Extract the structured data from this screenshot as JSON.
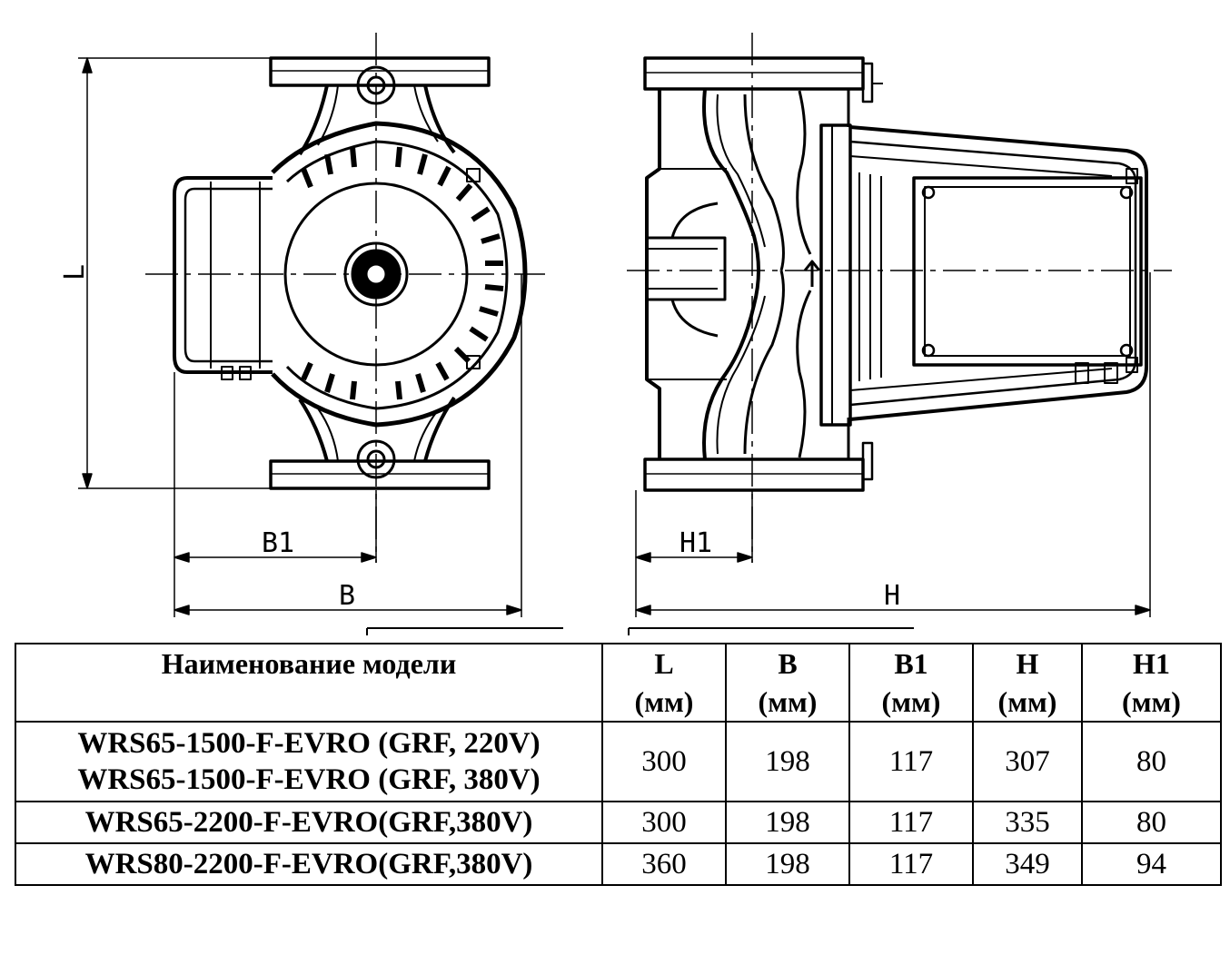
{
  "drawing": {
    "dimension_labels": {
      "L": "L",
      "B1": "B1",
      "B": "B",
      "H1": "H1",
      "H": "H"
    }
  },
  "table": {
    "headers": {
      "model": "Наименование модели",
      "L": "L",
      "B": "B",
      "B1": "B1",
      "H": "H",
      "H1": "H1",
      "unit": "(мм)"
    },
    "rows": [
      {
        "model_lines": [
          "WRS65-1500-F-EVRO (GRF, 220V)",
          "WRS65-1500-F-EVRO (GRF, 380V)"
        ],
        "L": "300",
        "B": "198",
        "B1": "117",
        "H": "307",
        "H1": "80"
      },
      {
        "model_lines": [
          "WRS65-2200-F-EVRO(GRF,380V)"
        ],
        "L": "300",
        "B": "198",
        "B1": "117",
        "H": "335",
        "H1": "80"
      },
      {
        "model_lines": [
          "WRS80-2200-F-EVRO(GRF,380V)"
        ],
        "L": "360",
        "B": "198",
        "B1": "117",
        "H": "349",
        "H1": "94"
      }
    ]
  }
}
